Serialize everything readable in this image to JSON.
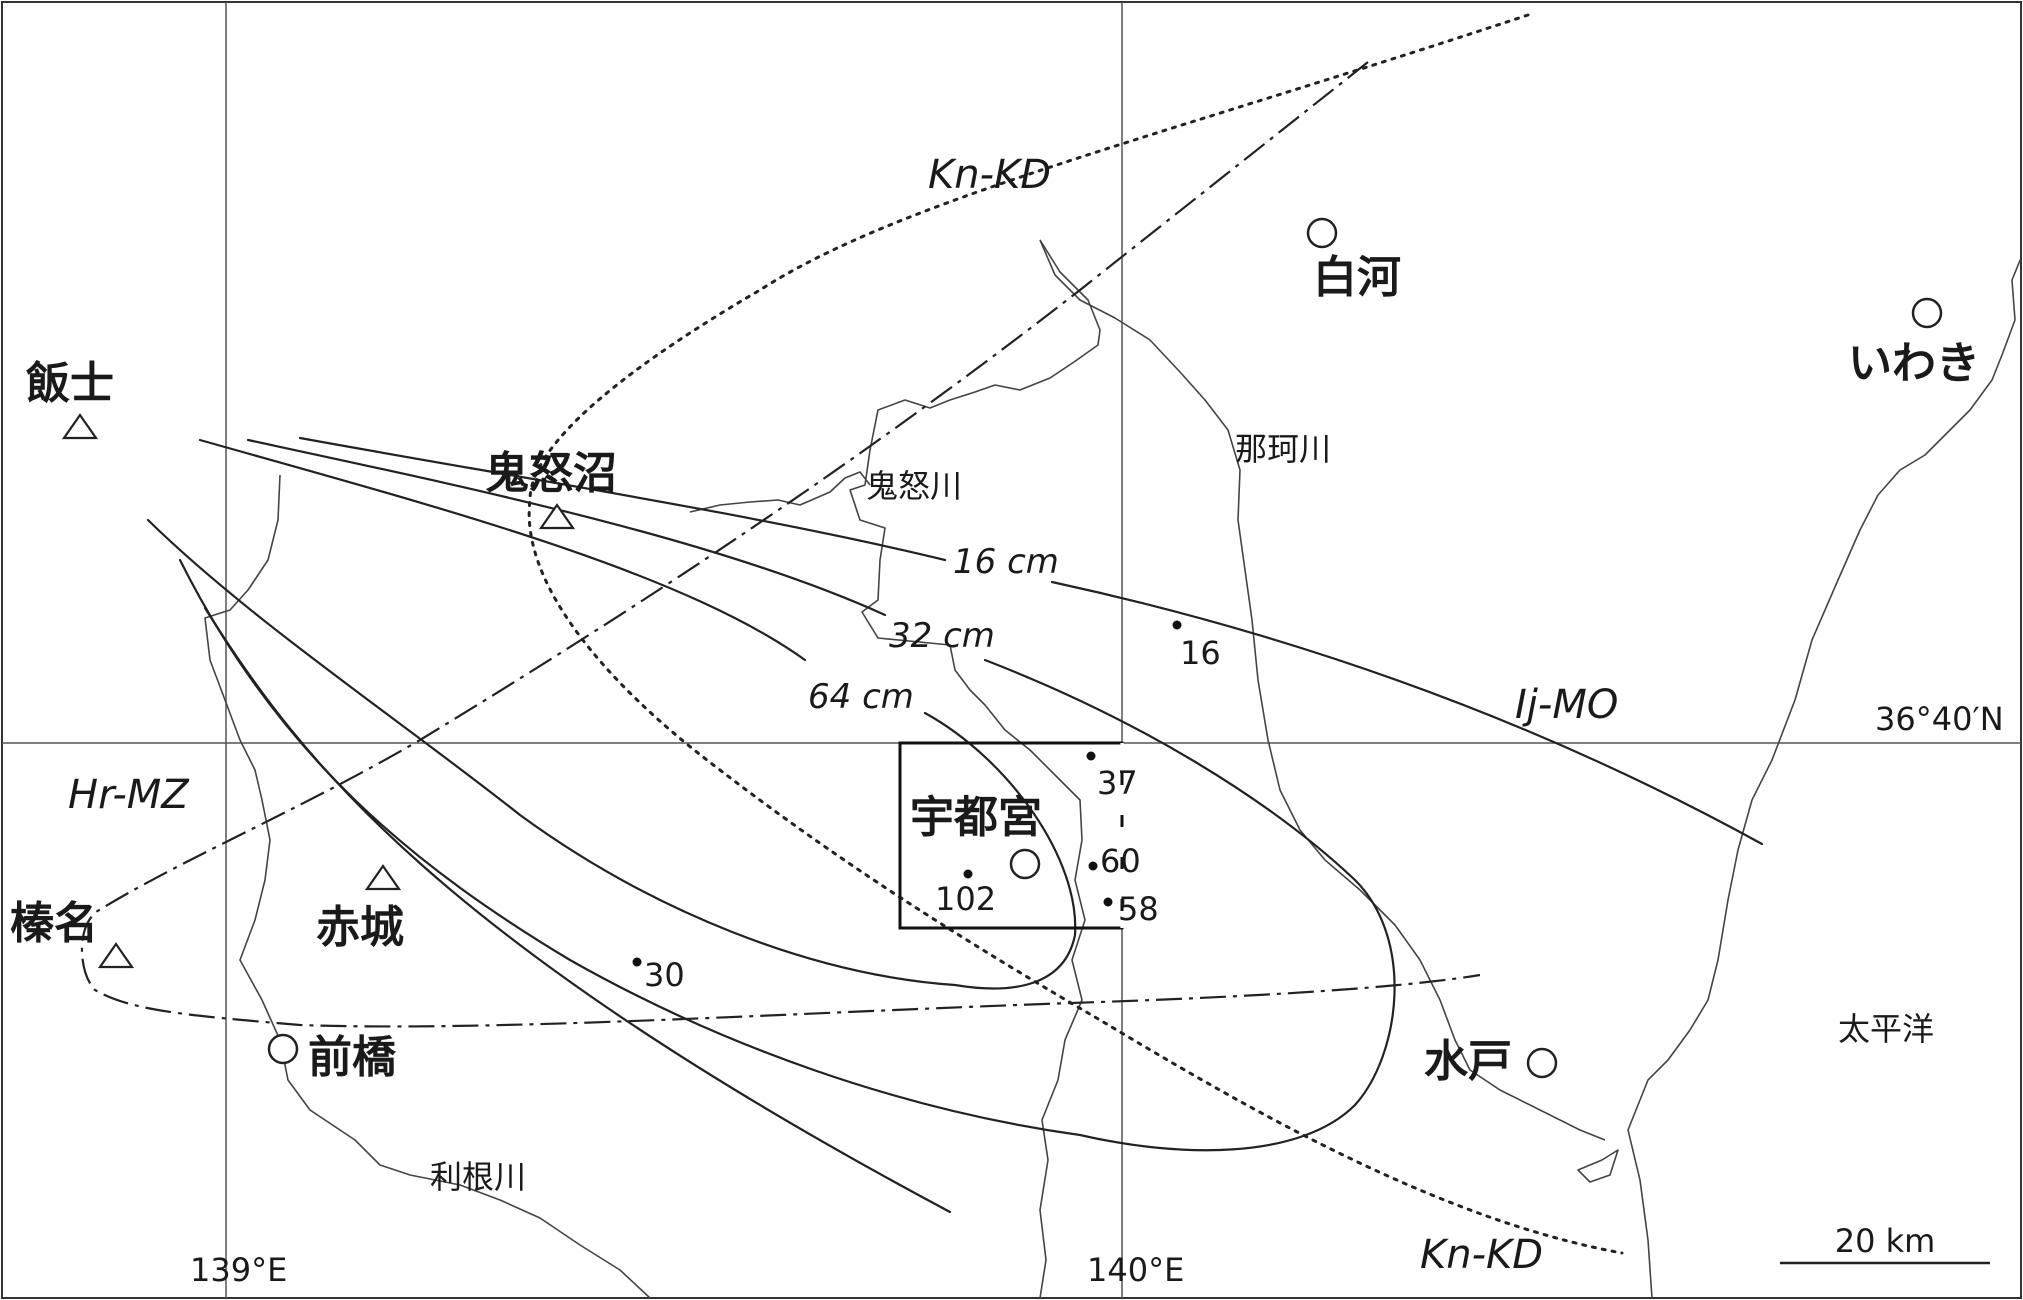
{
  "map": {
    "places": {
      "iide": "飯士",
      "haruna": "榛名",
      "akagi": "赤城",
      "kinunuma": "鬼怒沼",
      "maebashi": "前橋",
      "utsunomiya": "宇都宮",
      "shirakawa": "白河",
      "iwaki": "いわき",
      "mito": "水戸"
    },
    "rivers": {
      "kinugawa": "鬼怒川",
      "nakagawa": "那珂川",
      "tonegawa": "利根川"
    },
    "sea": "太平洋",
    "tephra": {
      "kn_kd_north": "Kn-KD",
      "kn_kd_south": "Kn-KD",
      "hr_mz": "Hr-MZ",
      "ij_mo": "Ij-MO"
    },
    "isopachs": {
      "i16": "16 cm",
      "i32": "32 cm",
      "i64": "64 cm"
    },
    "thickness_points": {
      "p16": "16",
      "p37": "37",
      "p60": "60",
      "p58": "58",
      "p102": "102",
      "p30": "30"
    },
    "coordinates": {
      "lon_139": "139°E",
      "lon_140": "140°E",
      "lat_3640": "36°40′N"
    },
    "scale_label": "20 km"
  }
}
